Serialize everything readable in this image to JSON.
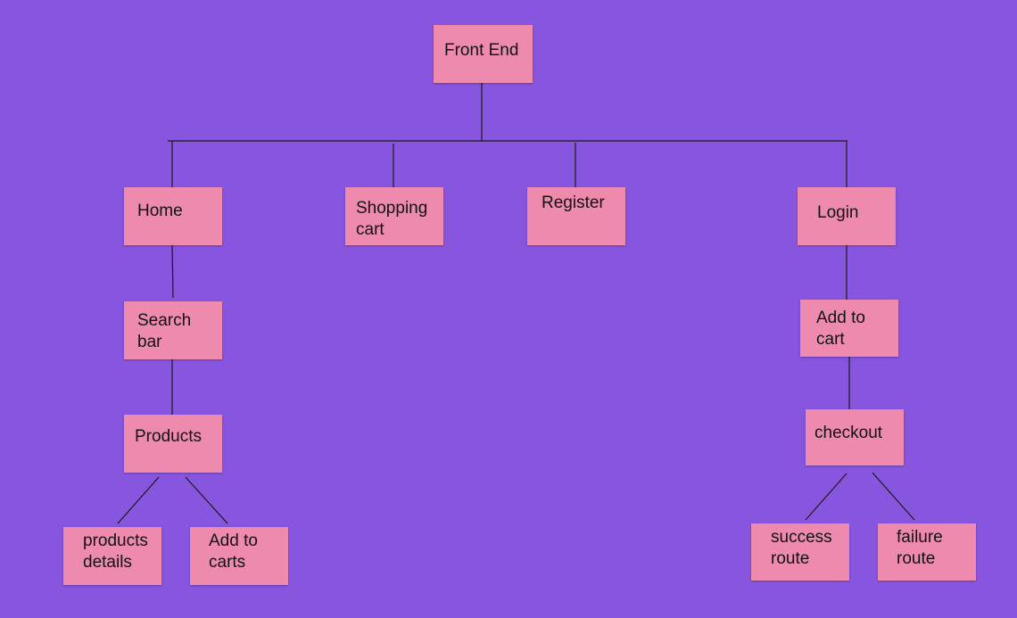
{
  "background_color": "#8755DE",
  "note_color": "#EE8AAE",
  "nodes": {
    "front_end": "Front End",
    "home": "Home",
    "shopping_cart": "Shopping\ncart",
    "register": "Register",
    "login": "Login",
    "search_bar": "Search\nbar",
    "products": "Products",
    "products_details": "products\ndetails",
    "add_to_carts": "Add to\ncarts",
    "add_to_cart": "Add to\ncart",
    "checkout": "checkout",
    "success_route": "success\nroute",
    "failure_route": "failure\nroute"
  }
}
